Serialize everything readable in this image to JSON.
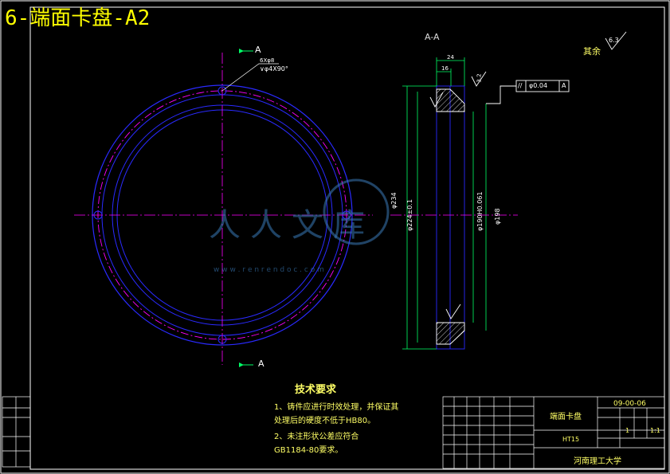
{
  "title": "6-端面卡盘-A2",
  "section_label": "A-A",
  "cut_mark_top": "A",
  "cut_mark_bottom": "A",
  "hole_note_1": "6Xφ8",
  "hole_note_2": "∨φ4X90°",
  "roughness_rest_label": "其余",
  "roughness_rest_value": "6.3",
  "tolerance_frame": {
    "symbol": "//",
    "value": "φ0.04",
    "datum": "A"
  },
  "dims": {
    "width_24": "24",
    "width_16": "16",
    "d_234": "φ234",
    "d_224": "φ224±0.1",
    "d_190": "φ190H0.061",
    "d_198": "φ198",
    "roughness_32": "3.2"
  },
  "watermark_main": "人人文库",
  "watermark_url": "w w w . r e n r e n d o c . c o m",
  "tech_req": {
    "heading": "技术要求",
    "line1": "1、铸件应进行时效处理，并保证其",
    "line2": "处理后的硬度不低于HB80。",
    "line3": "2、未注形状公差应符合",
    "line4": "GB1184-80要求。"
  },
  "title_block": {
    "part_name": "端面卡盘",
    "drawing_no": "09-00-06",
    "material": "HT15",
    "school": "河南理工大学",
    "scale": "1:1",
    "qty": "1"
  },
  "colors": {
    "background": "#000000",
    "outline": "#ffffff",
    "part": "#2a2aff",
    "centerline": "#ff00ff",
    "dimension": "#00ff66",
    "text": "#ffff00"
  }
}
